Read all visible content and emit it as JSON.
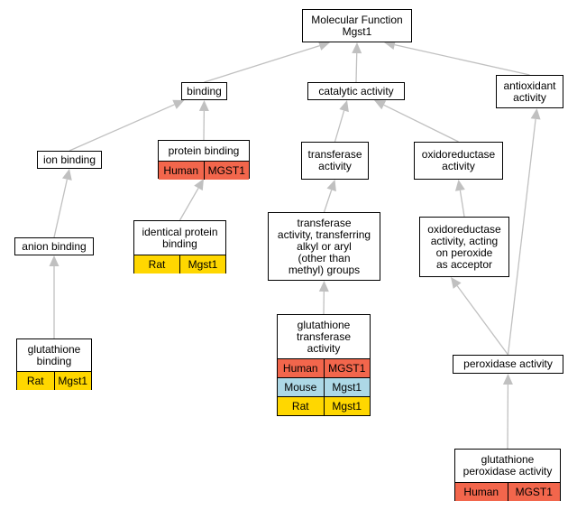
{
  "colors": {
    "human": "#f2664c",
    "mouse": "#add8e6",
    "rat": "#ffd700",
    "edge": "#c0c0c0"
  },
  "nodes": {
    "molecular_function": {
      "label": "Molecular Function\nMgst1",
      "annotations": []
    },
    "binding": {
      "label": "binding",
      "annotations": []
    },
    "catalytic_activity": {
      "label": "catalytic activity",
      "annotations": []
    },
    "antioxidant_activity": {
      "label": "antioxidant\nactivity",
      "annotations": []
    },
    "ion_binding": {
      "label": "ion binding",
      "annotations": []
    },
    "protein_binding": {
      "label": "protein binding",
      "annotations": [
        {
          "species": "Human",
          "gene": "MGST1"
        }
      ]
    },
    "transferase_activity": {
      "label": "transferase\nactivity",
      "annotations": []
    },
    "oxidoreductase_activity": {
      "label": "oxidoreductase\nactivity",
      "annotations": []
    },
    "anion_binding": {
      "label": "anion binding",
      "annotations": []
    },
    "identical_protein_binding": {
      "label": "identical protein\nbinding",
      "annotations": [
        {
          "species": "Rat",
          "gene": "Mgst1"
        }
      ]
    },
    "transferase_alkyl_aryl": {
      "label": "transferase\nactivity, transferring\nalkyl or aryl\n(other than\nmethyl) groups",
      "annotations": []
    },
    "oxidoreductase_peroxide": {
      "label": "oxidoreductase\nactivity, acting\non peroxide\nas acceptor",
      "annotations": []
    },
    "glutathione_binding": {
      "label": "glutathione\nbinding",
      "annotations": [
        {
          "species": "Rat",
          "gene": "Mgst1"
        }
      ]
    },
    "glutathione_transferase": {
      "label": "glutathione\ntransferase\nactivity",
      "annotations": [
        {
          "species": "Human",
          "gene": "MGST1"
        },
        {
          "species": "Mouse",
          "gene": "Mgst1"
        },
        {
          "species": "Rat",
          "gene": "Mgst1"
        }
      ]
    },
    "peroxidase_activity": {
      "label": "peroxidase activity",
      "annotations": []
    },
    "glutathione_peroxidase": {
      "label": "glutathione\nperoxidase activity",
      "annotations": [
        {
          "species": "Human",
          "gene": "MGST1"
        }
      ]
    }
  },
  "edges": [
    {
      "from": "binding",
      "to": "molecular_function"
    },
    {
      "from": "catalytic_activity",
      "to": "molecular_function"
    },
    {
      "from": "antioxidant_activity",
      "to": "molecular_function"
    },
    {
      "from": "ion_binding",
      "to": "binding"
    },
    {
      "from": "protein_binding",
      "to": "binding"
    },
    {
      "from": "transferase_activity",
      "to": "catalytic_activity"
    },
    {
      "from": "oxidoreductase_activity",
      "to": "catalytic_activity"
    },
    {
      "from": "anion_binding",
      "to": "ion_binding"
    },
    {
      "from": "identical_protein_binding",
      "to": "protein_binding"
    },
    {
      "from": "transferase_alkyl_aryl",
      "to": "transferase_activity"
    },
    {
      "from": "oxidoreductase_peroxide",
      "to": "oxidoreductase_activity"
    },
    {
      "from": "glutathione_binding",
      "to": "anion_binding"
    },
    {
      "from": "glutathione_transferase",
      "to": "transferase_alkyl_aryl"
    },
    {
      "from": "peroxidase_activity",
      "to": "oxidoreductase_peroxide"
    },
    {
      "from": "peroxidase_activity",
      "to": "antioxidant_activity"
    },
    {
      "from": "glutathione_peroxidase",
      "to": "peroxidase_activity"
    }
  ]
}
